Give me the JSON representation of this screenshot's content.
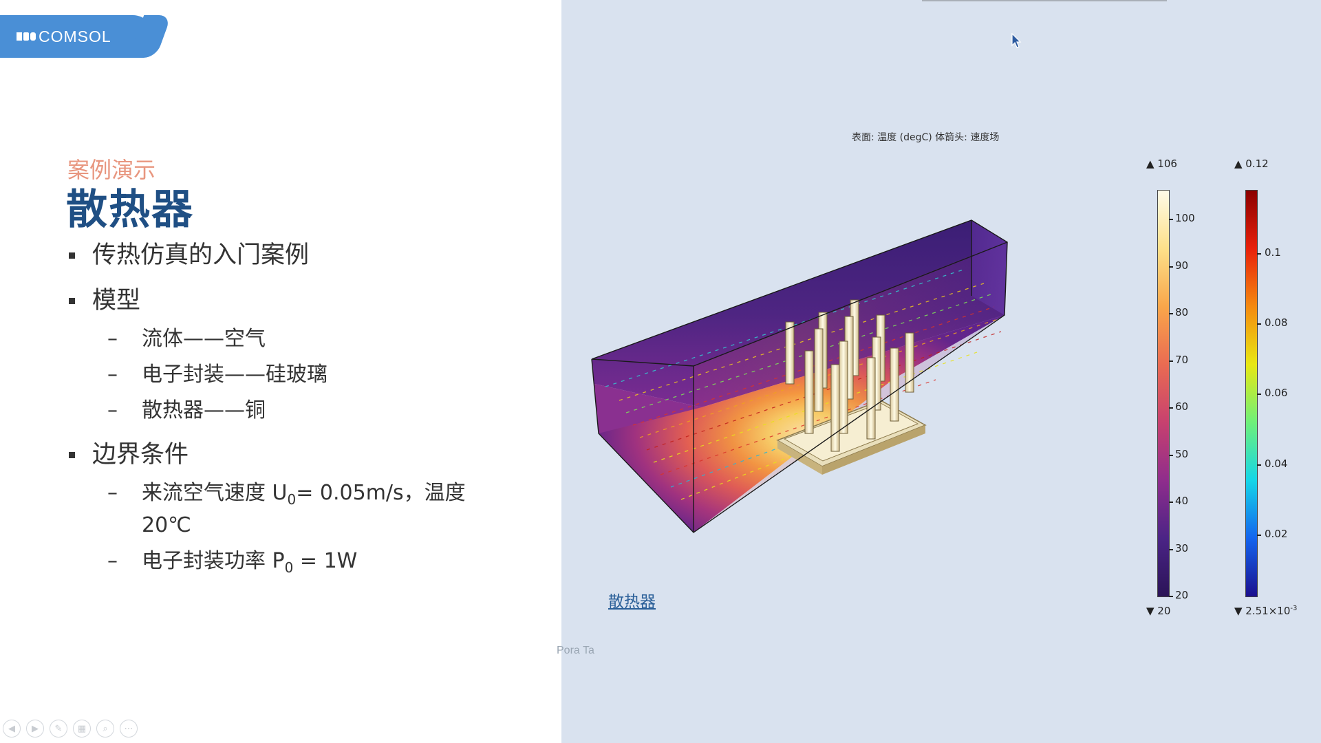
{
  "slide": {
    "logo_text": "COMSOL",
    "kicker": "案例演示",
    "title": "散热器",
    "bullets": [
      {
        "text": "传热仿真的入门案例"
      },
      {
        "text": "模型"
      },
      {
        "text": "边界条件"
      }
    ],
    "model_items": [
      "流体——空气",
      "电子封装——硅玻璃",
      "散热器——铜"
    ],
    "boundary_items": [
      {
        "text_a": "来流空气速度 U",
        "sub": "0",
        "text_b": "= 0.05m/s，温度 20℃"
      },
      {
        "text_a": "电子封装功率 P",
        "sub": "0",
        "text_b": " = 1W"
      }
    ],
    "watermark": "Pora Ta",
    "toolbar_icons": [
      "prev-icon",
      "next-icon",
      "pen-icon",
      "slides-icon",
      "zoom-icon",
      "more-icon"
    ]
  },
  "viewer": {
    "plot_title": "表面: 温度 (degC)  体箭头: 速度场",
    "model_link": "散热器",
    "temperature_colorbar": {
      "max_label": "▲ 106",
      "min_label": "▼ 20",
      "ticks": [
        "100",
        "90",
        "80",
        "70",
        "60",
        "50",
        "40",
        "30",
        "20"
      ],
      "colors": [
        "#fffbe8",
        "#fde08a",
        "#f9a64a",
        "#ea6b52",
        "#c7416f",
        "#8f2d8c",
        "#4b2486",
        "#2a1357"
      ]
    },
    "velocity_colorbar": {
      "max_label": "▲ 0.12",
      "min_label_base": "▼ 2.51×10",
      "min_label_exp": "-3",
      "ticks": [
        "0.1",
        "0.08",
        "0.06",
        "0.04",
        "0.02"
      ],
      "colors": [
        "#8b0000",
        "#e8200a",
        "#f58a10",
        "#e8e813",
        "#6ef07a",
        "#15d6e8",
        "#1464ee",
        "#1b0f8e"
      ]
    }
  }
}
